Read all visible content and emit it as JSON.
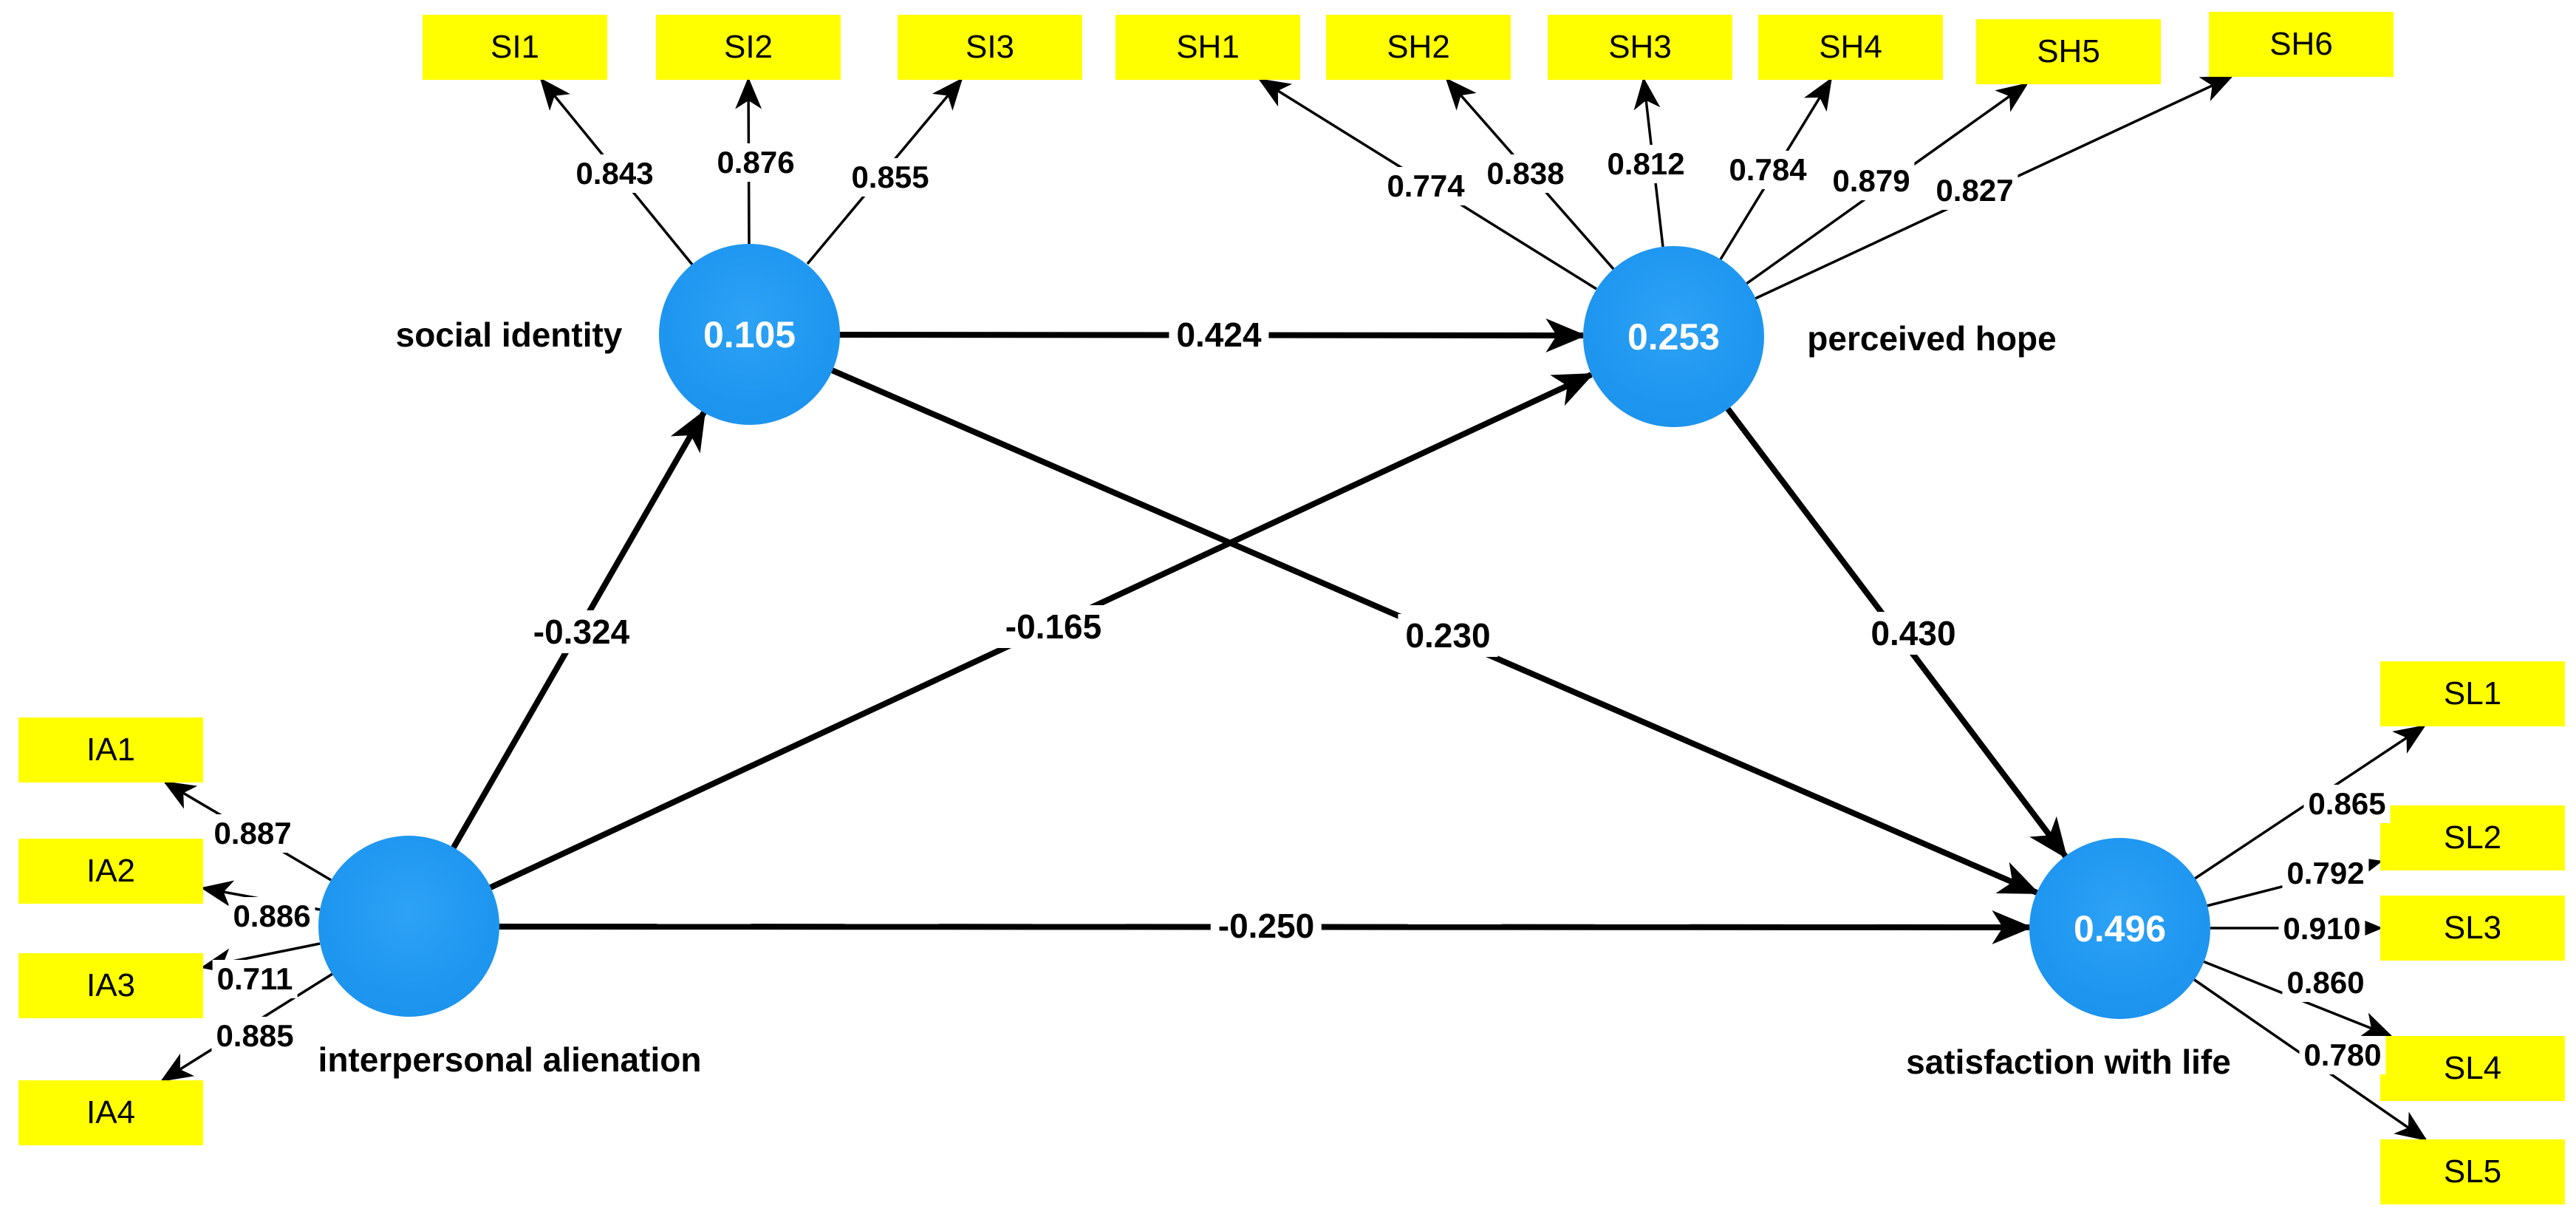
{
  "diagram": {
    "type": "structural-equation-model",
    "colors": {
      "latent_fill": "#1e96f0",
      "indicator_fill": "#ffff00",
      "line": "#000000",
      "r2_text": "#ffffff",
      "label_text": "#000000"
    },
    "constructs": [
      {
        "id": "si",
        "label": "social identity",
        "r2": "0.105"
      },
      {
        "id": "ph",
        "label": "perceived hope",
        "r2": "0.253"
      },
      {
        "id": "ia",
        "label": "interpersonal alienation",
        "r2": ""
      },
      {
        "id": "sl",
        "label": "satisfaction with life",
        "r2": "0.496"
      }
    ],
    "indicators": [
      {
        "id": "SI1",
        "label": "SI1",
        "construct": "si",
        "loading": "0.843"
      },
      {
        "id": "SI2",
        "label": "SI2",
        "construct": "si",
        "loading": "0.876"
      },
      {
        "id": "SI3",
        "label": "SI3",
        "construct": "si",
        "loading": "0.855"
      },
      {
        "id": "SH1",
        "label": "SH1",
        "construct": "ph",
        "loading": "0.774"
      },
      {
        "id": "SH2",
        "label": "SH2",
        "construct": "ph",
        "loading": "0.838"
      },
      {
        "id": "SH3",
        "label": "SH3",
        "construct": "ph",
        "loading": "0.812"
      },
      {
        "id": "SH4",
        "label": "SH4",
        "construct": "ph",
        "loading": "0.784"
      },
      {
        "id": "SH5",
        "label": "SH5",
        "construct": "ph",
        "loading": "0.879"
      },
      {
        "id": "SH6",
        "label": "SH6",
        "construct": "ph",
        "loading": "0.827"
      },
      {
        "id": "IA1",
        "label": "IA1",
        "construct": "ia",
        "loading": "0.887"
      },
      {
        "id": "IA2",
        "label": "IA2",
        "construct": "ia",
        "loading": "0.886"
      },
      {
        "id": "IA3",
        "label": "IA3",
        "construct": "ia",
        "loading": "0.711"
      },
      {
        "id": "IA4",
        "label": "IA4",
        "construct": "ia",
        "loading": "0.885"
      },
      {
        "id": "SL1",
        "label": "SL1",
        "construct": "sl",
        "loading": "0.865"
      },
      {
        "id": "SL2",
        "label": "SL2",
        "construct": "sl",
        "loading": "0.792"
      },
      {
        "id": "SL3",
        "label": "SL3",
        "construct": "sl",
        "loading": "0.910"
      },
      {
        "id": "SL4",
        "label": "SL4",
        "construct": "sl",
        "loading": "0.860"
      },
      {
        "id": "SL5",
        "label": "SL5",
        "construct": "sl",
        "loading": "0.780"
      }
    ],
    "paths": [
      {
        "from": "interpersonal alienation",
        "to": "social identity",
        "coef": "-0.324"
      },
      {
        "from": "social identity",
        "to": "perceived hope",
        "coef": "0.424"
      },
      {
        "from": "interpersonal alienation",
        "to": "perceived hope",
        "coef": "-0.165"
      },
      {
        "from": "social identity",
        "to": "satisfaction with life",
        "coef": "0.230"
      },
      {
        "from": "perceived hope",
        "to": "satisfaction with life",
        "coef": "0.430"
      },
      {
        "from": "interpersonal alienation",
        "to": "satisfaction with life",
        "coef": "-0.250"
      }
    ]
  }
}
